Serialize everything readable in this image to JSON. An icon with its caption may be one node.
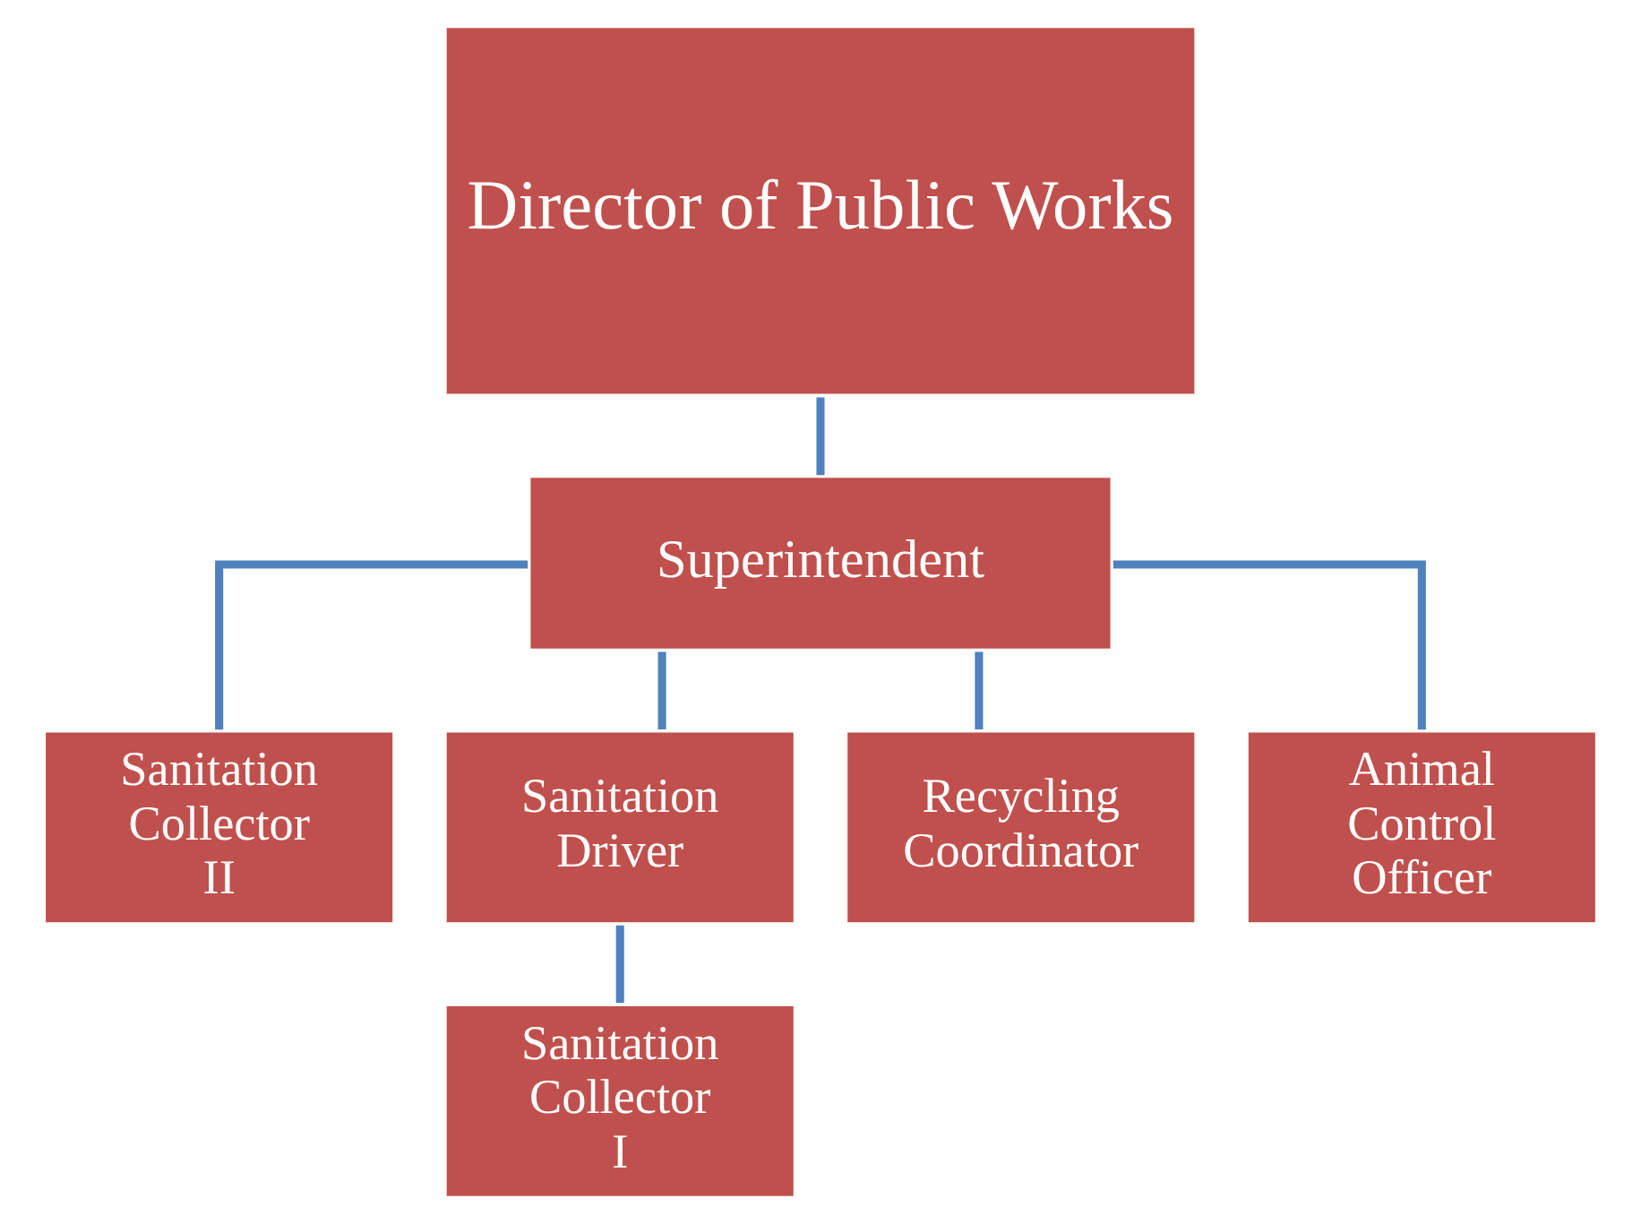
{
  "diagram": {
    "nodes": [
      {
        "text": [
          "Director of Public Works"
        ]
      },
      {
        "text": [
          "Superintendent"
        ]
      },
      {
        "text": [
          "Sanitation Collector II"
        ]
      },
      {
        "text": [
          "Sanitation Driver"
        ]
      },
      {
        "text": [
          "Recycling Coordinator"
        ]
      },
      {
        "text": [
          "Animal Control Officer"
        ]
      },
      {
        "text": [
          "Sanitation Collector I"
        ]
      }
    ],
    "edges": [
      {
        "from": 0,
        "to": 1,
        "arrow": "none"
      },
      {
        "from": 1,
        "to": 2,
        "arrow": "none"
      },
      {
        "from": 1,
        "to": 3,
        "arrow": "none"
      },
      {
        "from": 1,
        "to": 4,
        "arrow": "none"
      },
      {
        "from": 1,
        "to": 5,
        "arrow": "none"
      },
      {
        "from": 3,
        "to": 6,
        "arrow": "none"
      }
    ]
  }
}
